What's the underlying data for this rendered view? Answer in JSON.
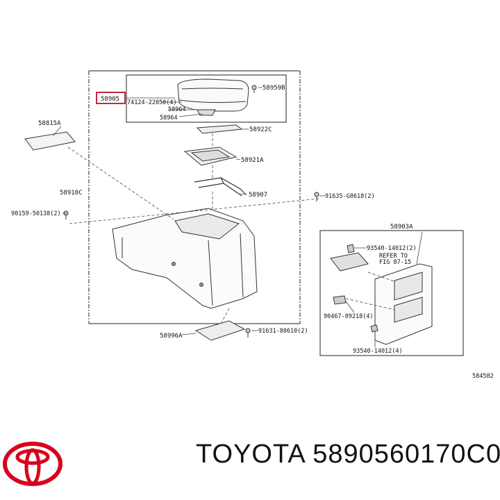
{
  "diagram": {
    "labels": {
      "p58905": "58905",
      "p74124": "74124-22050(4)",
      "p58964a": "58964",
      "p58964b": "58964",
      "p58959b": "58959B",
      "p58815a": "58815A",
      "p58922c": "58922C",
      "p58921a": "58921A",
      "p58910c": "58910C",
      "p58907": "58907",
      "p91635": "91635-G0618(2)",
      "p90159": "90159-50138(2)",
      "p58903a": "58903A",
      "p93540a": "93540-14012(2)",
      "refer1": "REFER TO",
      "refer2": "FIG 87-15",
      "p90467": "90467-09218(4)",
      "p93540b": "93540-14012(4)",
      "p58996a": "58996A",
      "p91631": "91631-80610(2)",
      "figcode": "584582"
    },
    "highlight_color": "#c0102a"
  },
  "footer": {
    "brand": "TOYOTA",
    "part_number": "5890560170C0",
    "logo_color": "#d9001b"
  }
}
